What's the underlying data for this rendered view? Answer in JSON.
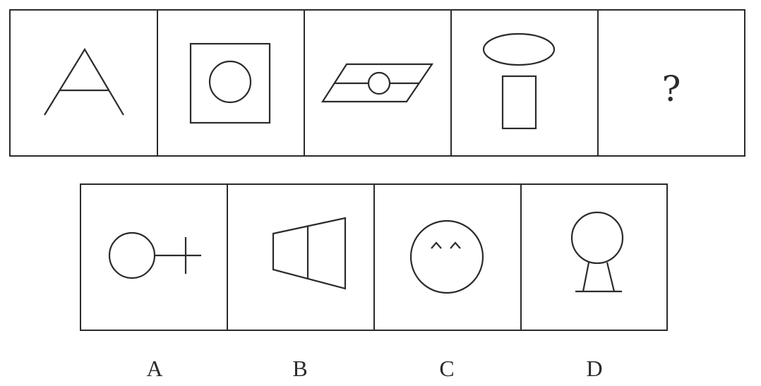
{
  "question_sequence": {
    "figures": [
      {
        "name": "letter-a-shape"
      },
      {
        "name": "circle-in-square"
      },
      {
        "name": "parallelogram-with-circle"
      },
      {
        "name": "ellipse-over-rectangle"
      },
      {
        "name": "unknown",
        "text": "?"
      }
    ]
  },
  "options": [
    {
      "label": "A",
      "figure": "circle-with-cross"
    },
    {
      "label": "B",
      "figure": "divided-trapezoid"
    },
    {
      "label": "C",
      "figure": "circle-with-carets"
    },
    {
      "label": "D",
      "figure": "circle-on-stand"
    }
  ],
  "colors": {
    "stroke": "#2b2b2b",
    "background": "#ffffff"
  }
}
